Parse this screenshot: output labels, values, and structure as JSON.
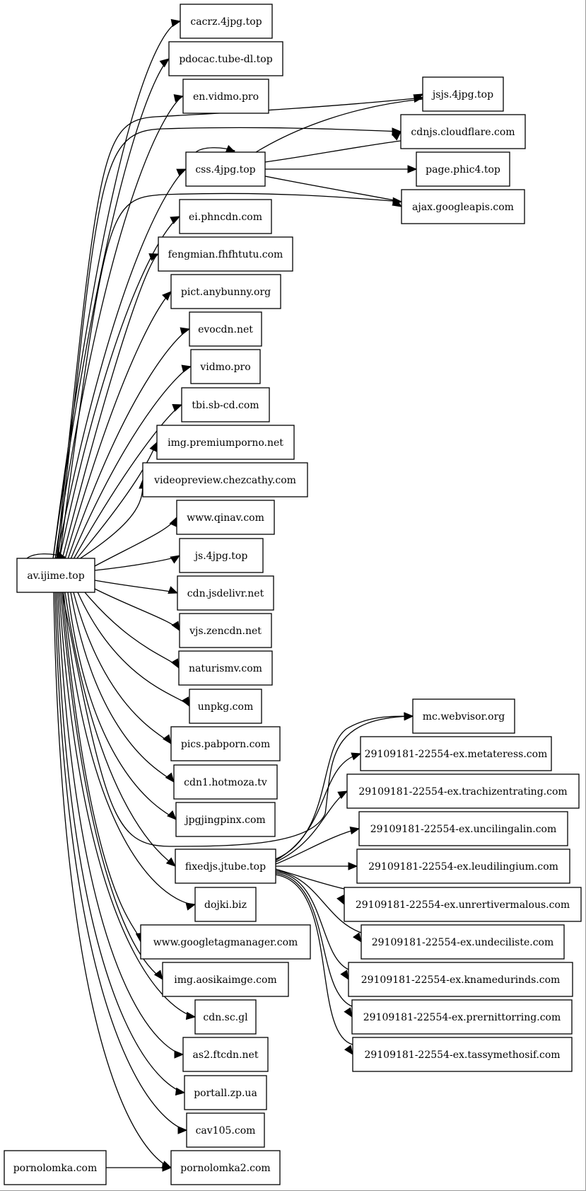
{
  "graph": {
    "nodes": [
      {
        "id": "cacrz",
        "label": "cacrz.4jpg.top"
      },
      {
        "id": "pdocac",
        "label": "pdocac.tube-dl.top"
      },
      {
        "id": "envidmo",
        "label": "en.vidmo.pro"
      },
      {
        "id": "jsjs",
        "label": "jsjs.4jpg.top"
      },
      {
        "id": "cdnjs",
        "label": "cdnjs.cloudflare.com"
      },
      {
        "id": "css4jpg",
        "label": "css.4jpg.top"
      },
      {
        "id": "pagephic",
        "label": "page.phic4.top"
      },
      {
        "id": "ajaxgoogle",
        "label": "ajax.googleapis.com"
      },
      {
        "id": "eiphncdn",
        "label": "ei.phncdn.com"
      },
      {
        "id": "fengmian",
        "label": "fengmian.fhfhtutu.com"
      },
      {
        "id": "pictany",
        "label": "pict.anybunny.org"
      },
      {
        "id": "evocdn",
        "label": "evocdn.net"
      },
      {
        "id": "vidmo",
        "label": "vidmo.pro"
      },
      {
        "id": "tbisb",
        "label": "tbi.sb-cd.com"
      },
      {
        "id": "imgpremium",
        "label": "img.premiumporno.net"
      },
      {
        "id": "videopreview",
        "label": "videopreview.chezcathy.com"
      },
      {
        "id": "qinav",
        "label": "www.qinav.com"
      },
      {
        "id": "av",
        "label": "av.ijime.top"
      },
      {
        "id": "js4jpg",
        "label": "js.4jpg.top"
      },
      {
        "id": "jsdelivr",
        "label": "cdn.jsdelivr.net"
      },
      {
        "id": "zencdn",
        "label": "vjs.zencdn.net"
      },
      {
        "id": "naturismv",
        "label": "naturismv.com"
      },
      {
        "id": "unpkg",
        "label": "unpkg.com"
      },
      {
        "id": "mcwebvisor",
        "label": "mc.webvisor.org"
      },
      {
        "id": "pabporn",
        "label": "pics.pabporn.com"
      },
      {
        "id": "metateress",
        "label": "29109181-22554-ex.metateress.com"
      },
      {
        "id": "hotmoza",
        "label": "cdn1.hotmoza.tv"
      },
      {
        "id": "trachizen",
        "label": "29109181-22554-ex.trachizentrating.com"
      },
      {
        "id": "jpgjingpinx",
        "label": "jpgjingpinx.com"
      },
      {
        "id": "uncilingalin",
        "label": "29109181-22554-ex.uncilingalin.com"
      },
      {
        "id": "fixedjs",
        "label": "fixedjs.jtube.top"
      },
      {
        "id": "leudilingium",
        "label": "29109181-22554-ex.leudilingium.com"
      },
      {
        "id": "dojki",
        "label": "dojki.biz"
      },
      {
        "id": "unrertiv",
        "label": "29109181-22554-ex.unrertivermalous.com"
      },
      {
        "id": "gtm",
        "label": "www.googletagmanager.com"
      },
      {
        "id": "undeciliste",
        "label": "29109181-22554-ex.undeciliste.com"
      },
      {
        "id": "aosikaimge",
        "label": "img.aosikaimge.com"
      },
      {
        "id": "knamedurinds",
        "label": "29109181-22554-ex.knamedurinds.com"
      },
      {
        "id": "cdnscgl",
        "label": "cdn.sc.gl"
      },
      {
        "id": "prernittorring",
        "label": "29109181-22554-ex.prernittorring.com"
      },
      {
        "id": "as2ftcdn",
        "label": "as2.ftcdn.net"
      },
      {
        "id": "tassymethosif",
        "label": "29109181-22554-ex.tassymethosif.com"
      },
      {
        "id": "portall",
        "label": "portall.zp.ua"
      },
      {
        "id": "cav105",
        "label": "cav105.com"
      },
      {
        "id": "pornolomka",
        "label": "pornolomka.com"
      },
      {
        "id": "pornolomka2",
        "label": "pornolomka2.com"
      }
    ],
    "edges": [
      [
        "av",
        "cacrz"
      ],
      [
        "av",
        "pdocac"
      ],
      [
        "av",
        "envidmo"
      ],
      [
        "av",
        "jsjs"
      ],
      [
        "av",
        "cdnjs"
      ],
      [
        "av",
        "css4jpg"
      ],
      [
        "av",
        "ajaxgoogle"
      ],
      [
        "av",
        "eiphncdn"
      ],
      [
        "av",
        "fengmian"
      ],
      [
        "av",
        "pictany"
      ],
      [
        "av",
        "evocdn"
      ],
      [
        "av",
        "vidmo"
      ],
      [
        "av",
        "tbisb"
      ],
      [
        "av",
        "imgpremium"
      ],
      [
        "av",
        "videopreview"
      ],
      [
        "av",
        "qinav"
      ],
      [
        "av",
        "av"
      ],
      [
        "av",
        "js4jpg"
      ],
      [
        "av",
        "jsdelivr"
      ],
      [
        "av",
        "zencdn"
      ],
      [
        "av",
        "naturismv"
      ],
      [
        "av",
        "unpkg"
      ],
      [
        "av",
        "pabporn"
      ],
      [
        "av",
        "hotmoza"
      ],
      [
        "av",
        "jpgjingpinx"
      ],
      [
        "av",
        "mcwebvisor"
      ],
      [
        "av",
        "fixedjs"
      ],
      [
        "av",
        "dojki"
      ],
      [
        "av",
        "gtm"
      ],
      [
        "av",
        "aosikaimge"
      ],
      [
        "av",
        "cdnscgl"
      ],
      [
        "av",
        "as2ftcdn"
      ],
      [
        "av",
        "portall"
      ],
      [
        "av",
        "cav105"
      ],
      [
        "av",
        "pornolomka2"
      ],
      [
        "css4jpg",
        "css4jpg"
      ],
      [
        "css4jpg",
        "jsjs"
      ],
      [
        "css4jpg",
        "cdnjs"
      ],
      [
        "css4jpg",
        "pagephic"
      ],
      [
        "css4jpg",
        "ajaxgoogle"
      ],
      [
        "fixedjs",
        "mcwebvisor"
      ],
      [
        "fixedjs",
        "metateress"
      ],
      [
        "fixedjs",
        "trachizen"
      ],
      [
        "fixedjs",
        "uncilingalin"
      ],
      [
        "fixedjs",
        "leudilingium"
      ],
      [
        "fixedjs",
        "unrertiv"
      ],
      [
        "fixedjs",
        "undeciliste"
      ],
      [
        "fixedjs",
        "knamedurinds"
      ],
      [
        "fixedjs",
        "prernittorring"
      ],
      [
        "fixedjs",
        "tassymethosif"
      ],
      [
        "pornolomka",
        "pornolomka2"
      ]
    ]
  }
}
